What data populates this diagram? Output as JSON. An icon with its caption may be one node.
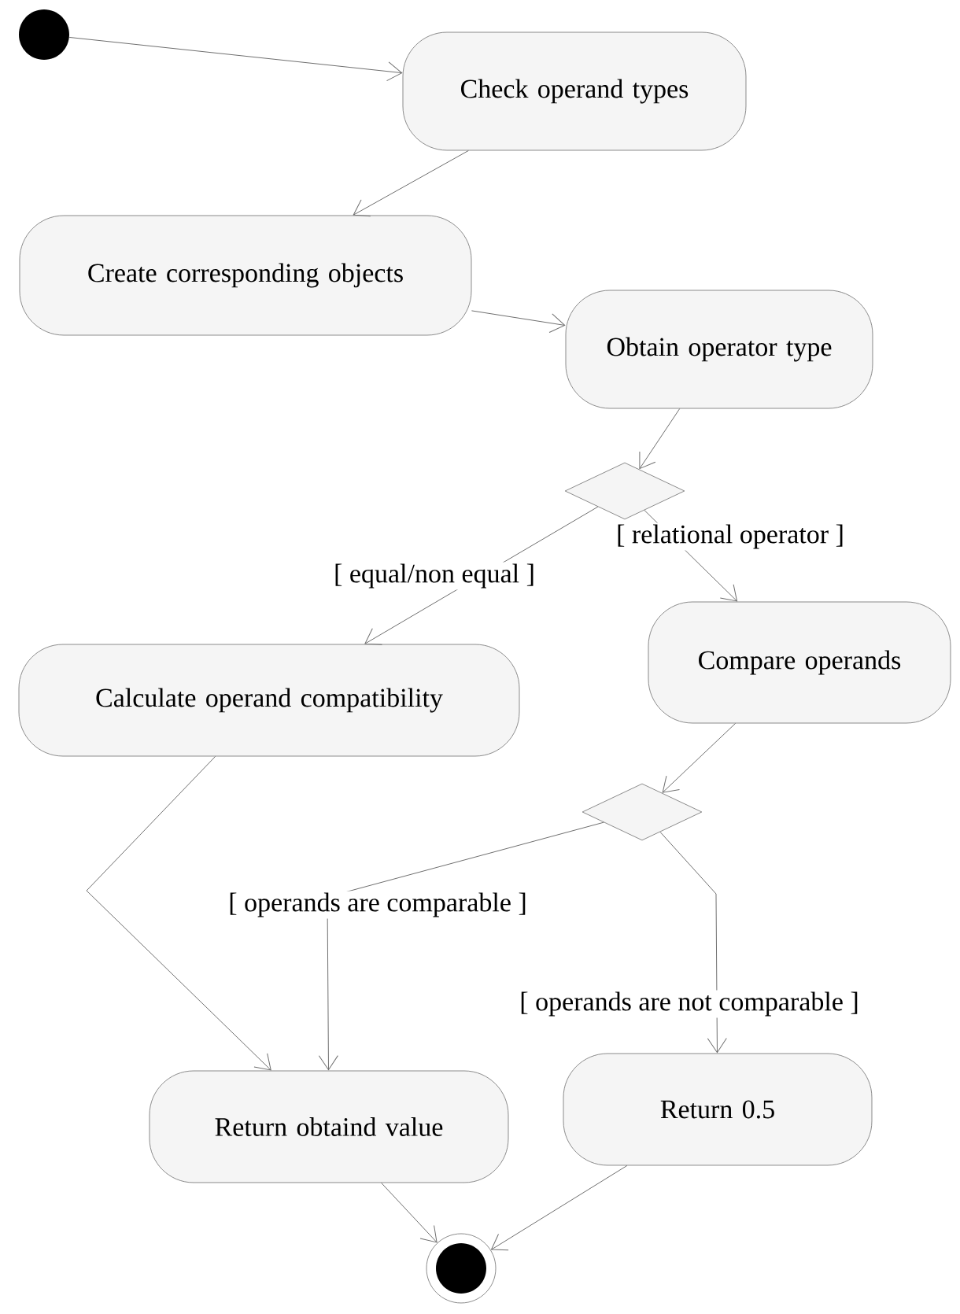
{
  "diagram": {
    "nodes": [
      {
        "text": [],
        "shape": "circle"
      },
      {
        "text": [
          "Check operand types"
        ]
      },
      {
        "text": [
          "Create corresponding objects"
        ]
      },
      {
        "text": [
          "Obtain operator type"
        ]
      },
      {
        "text": [],
        "shape": "diamond"
      },
      {
        "text": [
          "Calculate operand compatibility"
        ]
      },
      {
        "text": [
          "Compare operands"
        ]
      },
      {
        "text": [],
        "shape": "diamond"
      },
      {
        "text": [
          "Return obtaind value"
        ]
      },
      {
        "text": [
          "Return 0.5"
        ]
      },
      {
        "text": [],
        "shape": "circle"
      }
    ],
    "edges": [
      {
        "from": 0,
        "to": 1,
        "arrow": "to"
      },
      {
        "from": 1,
        "to": 2,
        "arrow": "to"
      },
      {
        "from": 2,
        "to": 3,
        "arrow": "to"
      },
      {
        "from": 3,
        "to": 4,
        "arrow": "to"
      },
      {
        "from": 4,
        "to": 5,
        "arrow": "to",
        "label": "[ equal/non equal ]"
      },
      {
        "from": 4,
        "to": 6,
        "arrow": "to",
        "label": "[ relational operator ]"
      },
      {
        "from": 6,
        "to": 7,
        "arrow": "to"
      },
      {
        "from": 5,
        "to": 8,
        "arrow": "to"
      },
      {
        "from": 7,
        "to": 8,
        "arrow": "to",
        "label": "[ operands are comparable ]"
      },
      {
        "from": 7,
        "to": 9,
        "arrow": "to",
        "label": "[ operands are not comparable ]"
      },
      {
        "from": 8,
        "to": 10,
        "arrow": "to"
      },
      {
        "from": 9,
        "to": 10,
        "arrow": "to"
      }
    ]
  }
}
